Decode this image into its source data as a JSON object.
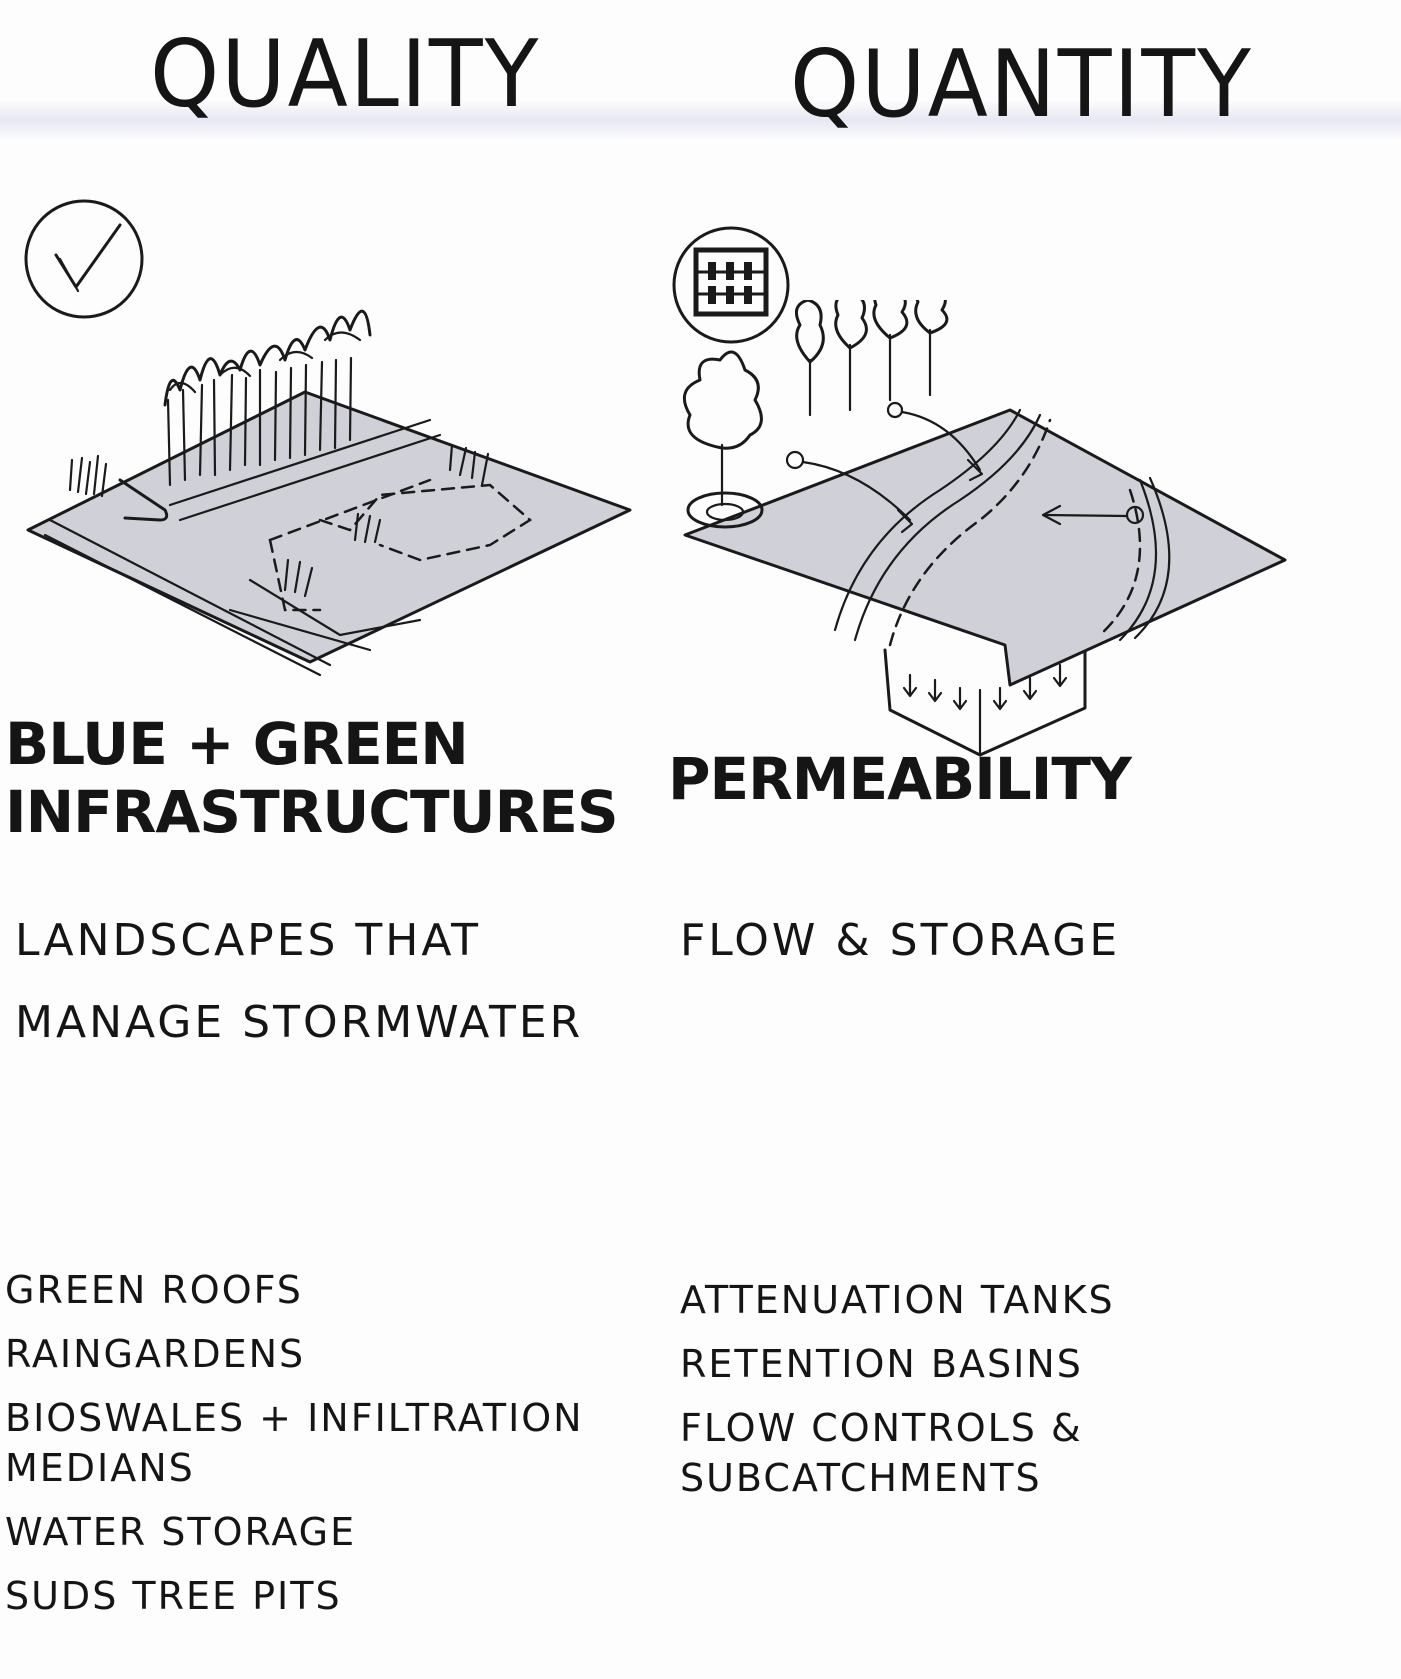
{
  "columns": [
    {
      "heading": "QUALITY",
      "icon": "check-icon",
      "subtitle": "BLUE + GREEN INFRASTRUCTURES",
      "description_lines": [
        "LANDSCAPES THAT",
        "MANAGE STORMWATER"
      ],
      "items": [
        "GREEN ROOFS",
        "RAINGARDENS",
        "BIOSWALES + INFILTRATION MEDIANS",
        "WATER STORAGE",
        "SUDS TREE PITS"
      ]
    },
    {
      "heading": "QUANTITY",
      "icon": "abacus-icon",
      "subtitle": "PERMEABILITY",
      "description_lines": [
        "FLOW & STORAGE"
      ],
      "items": [
        "ATTENUATION TANKS",
        "RETENTION BASINS",
        "FLOW CONTROLS & SUBCATCHMENTS"
      ]
    }
  ],
  "colors": {
    "ink": "#151515",
    "plane": "#cfd0d8",
    "paper": "#fdfdfe"
  }
}
